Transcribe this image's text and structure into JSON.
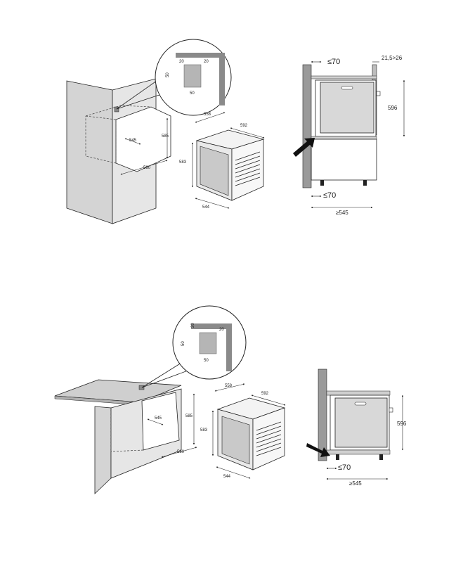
{
  "colors": {
    "wall": "#cfcfcf",
    "wall_dark": "#9a9a9a",
    "oven_face": "#c9c9c9",
    "ink": "#222222"
  },
  "top_section": {
    "magnifier": {
      "d1": "20",
      "d2": "20",
      "d3": "50",
      "d4": "50"
    },
    "cabinet": {
      "depth": "545",
      "height": "585",
      "width": "560"
    },
    "oven": {
      "depth_top": "558",
      "width": "592",
      "height": "583",
      "depth_bottom": "544"
    },
    "side_view": {
      "gap_top": "≤70",
      "gap_right": "21,5>26",
      "height": "596",
      "gap_bottom": "≤70",
      "depth": "≥545"
    }
  },
  "bottom_section": {
    "magnifier": {
      "d1": "20",
      "d2": "20",
      "d3": "50",
      "d4": "50"
    },
    "cabinet": {
      "depth": "545",
      "height": "585",
      "width": "560"
    },
    "oven": {
      "depth_top": "558",
      "width": "592",
      "height": "583",
      "depth_bottom": "544"
    },
    "side_view": {
      "height": "596",
      "gap_bottom": "≤70",
      "depth": "≥545"
    }
  }
}
